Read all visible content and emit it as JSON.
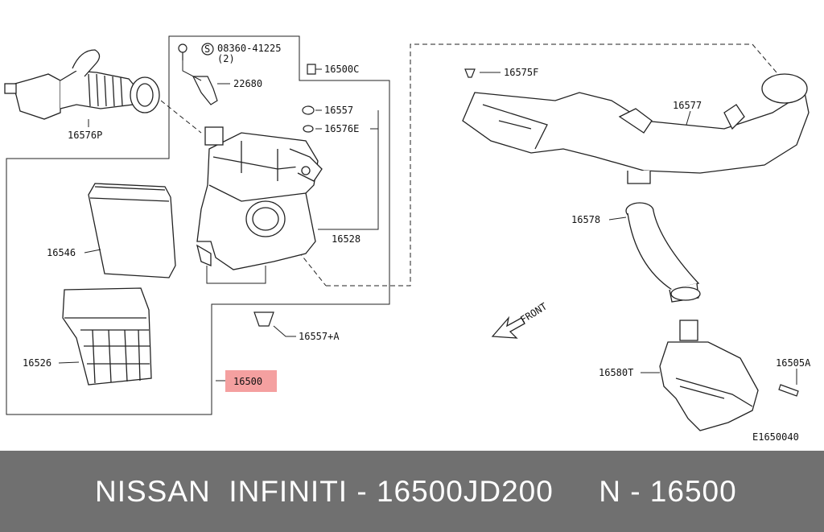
{
  "diagram": {
    "labels": {
      "p16576P": "16576P",
      "p08360": "08360-41225",
      "p08360_qty": "(2)",
      "p08360_symbol": "S",
      "p22680": "22680",
      "p16500C": "16500C",
      "p16557": "16557",
      "p16576E": "16576E",
      "p16528": "16528",
      "p16546": "16546",
      "p16526": "16526",
      "p16500": "16500",
      "p16557A": "16557+A",
      "p16575F": "16575F",
      "p16577": "16577",
      "p16578": "16578",
      "p16580T": "16580T",
      "p16505A": "16505A",
      "front": "FRONT",
      "diagram_code": "E1650040"
    },
    "highlight_color": "#f4a0a0"
  },
  "banner": {
    "text": "NISSAN  INFINITI - 16500JD200     N - 16500",
    "background": "#707070"
  }
}
